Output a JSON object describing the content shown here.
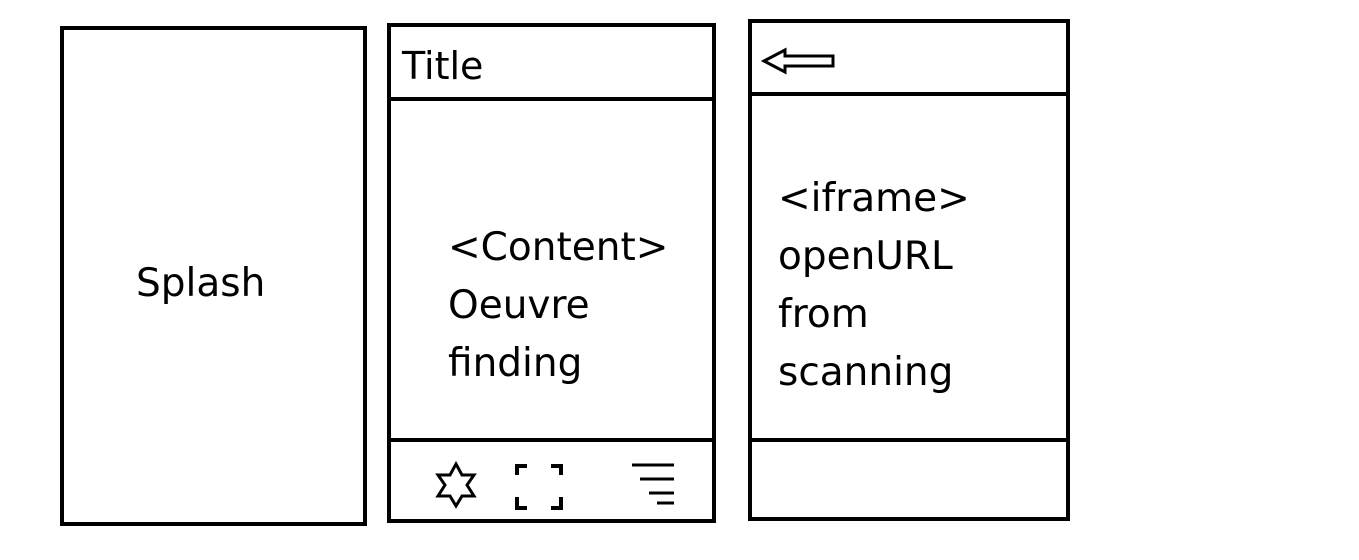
{
  "splash_screen": {
    "label": "Splash"
  },
  "home_screen": {
    "title": "Title",
    "content_lines": [
      "<Content>",
      "Oeuvre",
      "finding"
    ],
    "bottom_icons": [
      "star-icon",
      "scan-frame-icon",
      "menu-icon"
    ]
  },
  "web_screen": {
    "header_icon": "back-arrow-icon",
    "content_lines": [
      "<iframe>",
      "openURL",
      "from",
      "scanning"
    ]
  },
  "colors": {
    "stroke": "#000000",
    "background": "#ffffff"
  }
}
